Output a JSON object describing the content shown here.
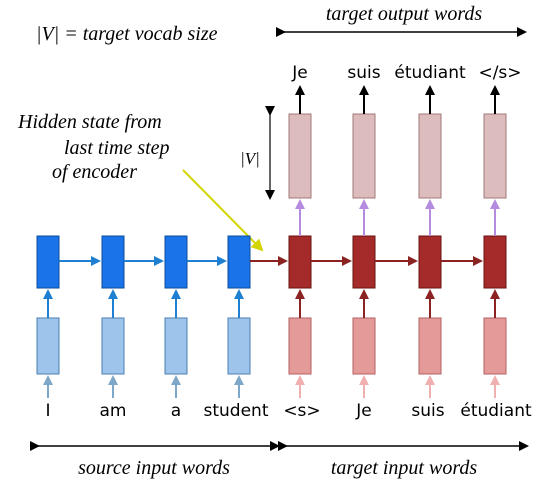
{
  "vocab_note": "|V| = target vocab size",
  "headers": {
    "target_output": "target output words",
    "source_input": "source input words",
    "target_input": "target input words"
  },
  "hidden_state_label": [
    "Hidden state from",
    "last time step",
    "of encoder"
  ],
  "v_label": "|V|",
  "source_words": [
    "I",
    "am",
    "a",
    "student"
  ],
  "target_input_words": [
    "<s>",
    "Je",
    "suis",
    "étudiant"
  ],
  "target_output_words": [
    "Je",
    "suis",
    "étudiant",
    "</s>"
  ],
  "colors": {
    "encoder_hidden": "#1a73e8",
    "encoder_embedding": "#9ec4ec",
    "decoder_hidden": "#a52a2a",
    "decoder_embedding": "#e59a9a",
    "projection": "#dcbcbc",
    "projection_arrow": "#b58be0",
    "encoder_arrow": "#1f7fd1",
    "decoder_arrow": "#8b2323",
    "input_arrow_enc": "#7fa8c8",
    "input_arrow_dec": "#f0b0b0",
    "annotation_arrow": "#d4d400"
  }
}
